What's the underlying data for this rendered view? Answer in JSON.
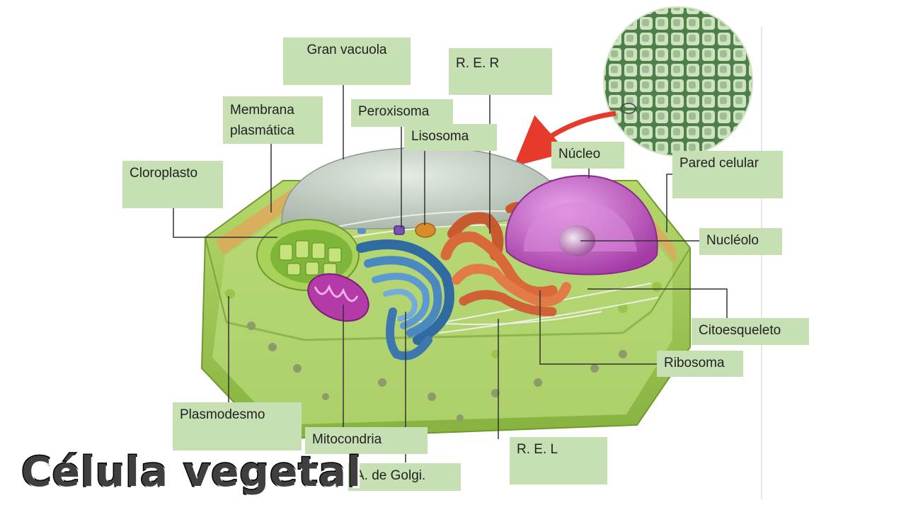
{
  "title": "Célula vegetal",
  "labels": {
    "gran_vacuola": "Gran vacuola",
    "rer": "R. E. R",
    "membrana": "Membrana\nplasmática",
    "peroxisoma": "Peroxisoma",
    "lisosoma": "Lisosoma",
    "nucleo": "Núcleo",
    "pared": "Pared celular",
    "cloroplasto": "Cloroplasto",
    "nucleolo": "Nucléolo",
    "citoesqueleto": "Citoesqueleto",
    "ribosoma": "Ribosoma",
    "plasmodesmo": "Plasmodesmo",
    "mitocondria": "Mitocondria",
    "rel": "R. E. L",
    "golgi": "A. de Golgi."
  },
  "colors": {
    "label_bg": "#c6e0b4",
    "cell_wall": "#9dc659",
    "vacuole": "#bcc7bd",
    "nucleus": "#c660c6",
    "rer": "#d9683a",
    "golgi": "#3f7bb0",
    "mitochondria": "#b43aa8",
    "chloroplast": "#9bcf4c",
    "lysosome": "#d98a2a",
    "peroxisome": "#7a4fb8"
  }
}
